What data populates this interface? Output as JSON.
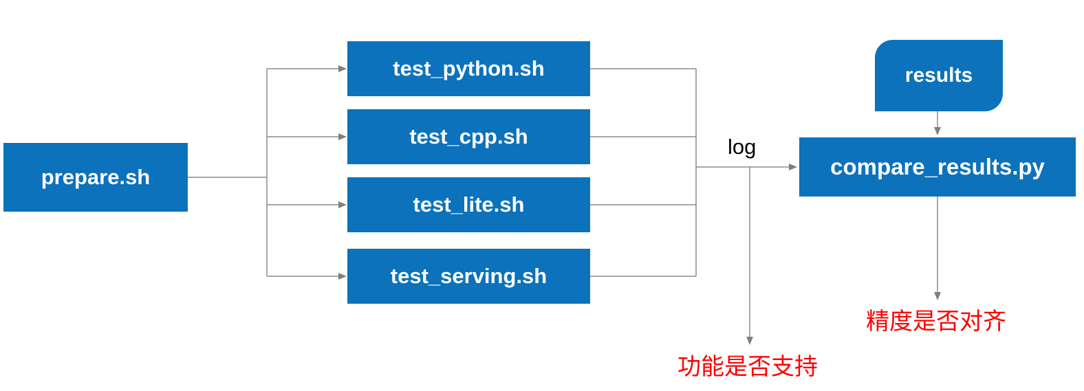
{
  "diagram": {
    "title": "test pipeline flowchart",
    "nodes": {
      "prepare": {
        "label": "prepare.sh"
      },
      "test_python": {
        "label": "test_python.sh"
      },
      "test_cpp": {
        "label": "test_cpp.sh"
      },
      "test_lite": {
        "label": "test_lite.sh"
      },
      "test_serving": {
        "label": "test_serving.sh"
      },
      "results": {
        "label": "results"
      },
      "compare": {
        "label": "compare_results.py"
      }
    },
    "edge_labels": {
      "log": "log"
    },
    "outcomes": {
      "function_support": "功能是否支持",
      "precision_align": "精度是否对齐"
    },
    "edges": [
      "prepare.sh -> test_python.sh",
      "prepare.sh -> test_cpp.sh",
      "prepare.sh -> test_lite.sh",
      "prepare.sh -> test_serving.sh",
      "test_python.sh/test_cpp.sh/test_lite.sh/test_serving.sh -> (log) -> compare_results.py",
      "log -> 功能是否支持",
      "results -> compare_results.py",
      "compare_results.py -> 精度是否对齐"
    ],
    "colors": {
      "node_fill": "#0c72bc",
      "node_text": "#ffffff",
      "connector": "#8c8c8c",
      "arrow": "#7f7f7f",
      "edge_label": "#000000",
      "outcome_text": "#ff0000",
      "background": "#ffffff"
    }
  }
}
